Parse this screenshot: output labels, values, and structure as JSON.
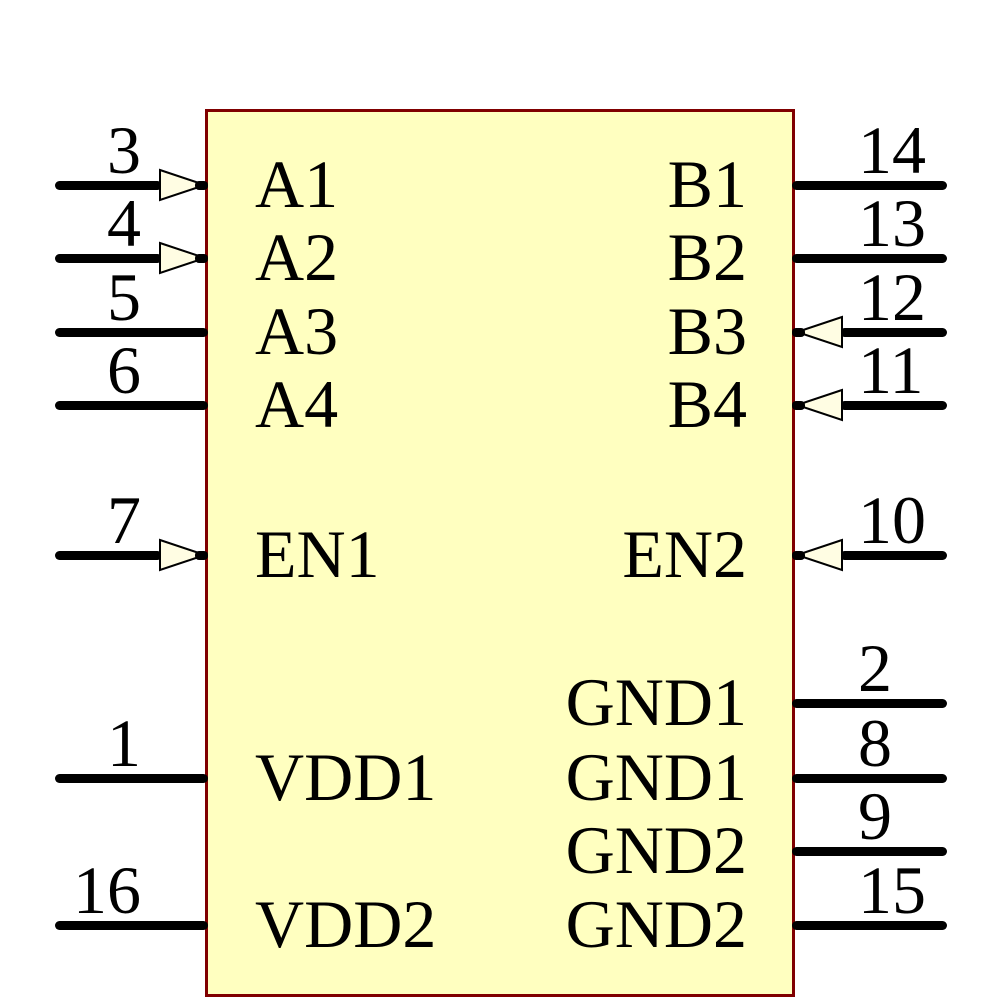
{
  "diagram": {
    "kind": "ic-schematic-symbol",
    "colors": {
      "body_fill": "#FFFFC0",
      "body_outline": "#800000",
      "wire": "#000000",
      "arrow_fill": "#FFFDE3",
      "text": "#000000"
    },
    "pins": {
      "left": [
        {
          "number": "3",
          "label": "A1",
          "arrow": true
        },
        {
          "number": "4",
          "label": "A2",
          "arrow": true
        },
        {
          "number": "5",
          "label": "A3",
          "arrow": false
        },
        {
          "number": "6",
          "label": "A4",
          "arrow": false
        },
        {
          "number": "7",
          "label": "EN1",
          "arrow": true
        },
        {
          "number": "1",
          "label": "VDD1",
          "arrow": false
        },
        {
          "number": "16",
          "label": "VDD2",
          "arrow": false
        }
      ],
      "right": [
        {
          "number": "14",
          "label": "B1",
          "arrow": false
        },
        {
          "number": "13",
          "label": "B2",
          "arrow": false
        },
        {
          "number": "12",
          "label": "B3",
          "arrow": true
        },
        {
          "number": "11",
          "label": "B4",
          "arrow": true
        },
        {
          "number": "10",
          "label": "EN2",
          "arrow": true
        },
        {
          "number": "2",
          "label": "GND1",
          "arrow": false
        },
        {
          "number": "8",
          "label": "GND1",
          "arrow": false
        },
        {
          "number": "9",
          "label": "GND2",
          "arrow": false
        },
        {
          "number": "15",
          "label": "GND2",
          "arrow": false
        }
      ]
    }
  }
}
